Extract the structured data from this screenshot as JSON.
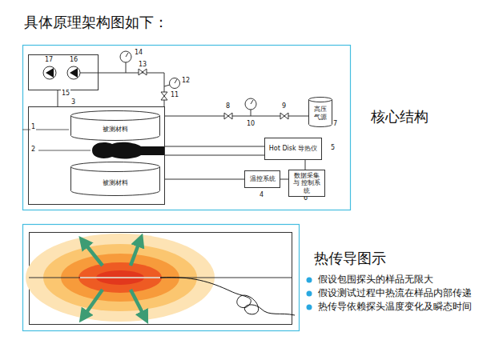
{
  "diagram": {
    "title": "具体原理架构图如下：",
    "nodes": [
      {
        "text": [
          "被测材料"
        ]
      },
      {
        "text": [
          "高压 气源"
        ]
      },
      {
        "text": [
          "Hot Disk 导热仪"
        ]
      },
      {
        "text": [
          "被测材料"
        ]
      },
      {
        "text": [
          "温控系统"
        ]
      },
      {
        "text": [
          "数据采集与 控制系统"
        ]
      }
    ],
    "edges": [
      {
        "from": 2,
        "to": 5,
        "arrow": "none"
      },
      {
        "from": 4,
        "to": 5,
        "arrow": "none"
      }
    ],
    "labels": [
      "17",
      "16",
      "14",
      "13",
      "12",
      "11",
      "15",
      "3",
      "1",
      "2",
      "8",
      "10",
      "9",
      "7",
      "5",
      "4",
      "6",
      "核心结构",
      "热传导图示",
      "假设包围探头的样品无限大",
      "假设测试过程中热流在样品内部传递",
      "热传导依赖探头温度变化及瞬态时间"
    ]
  }
}
